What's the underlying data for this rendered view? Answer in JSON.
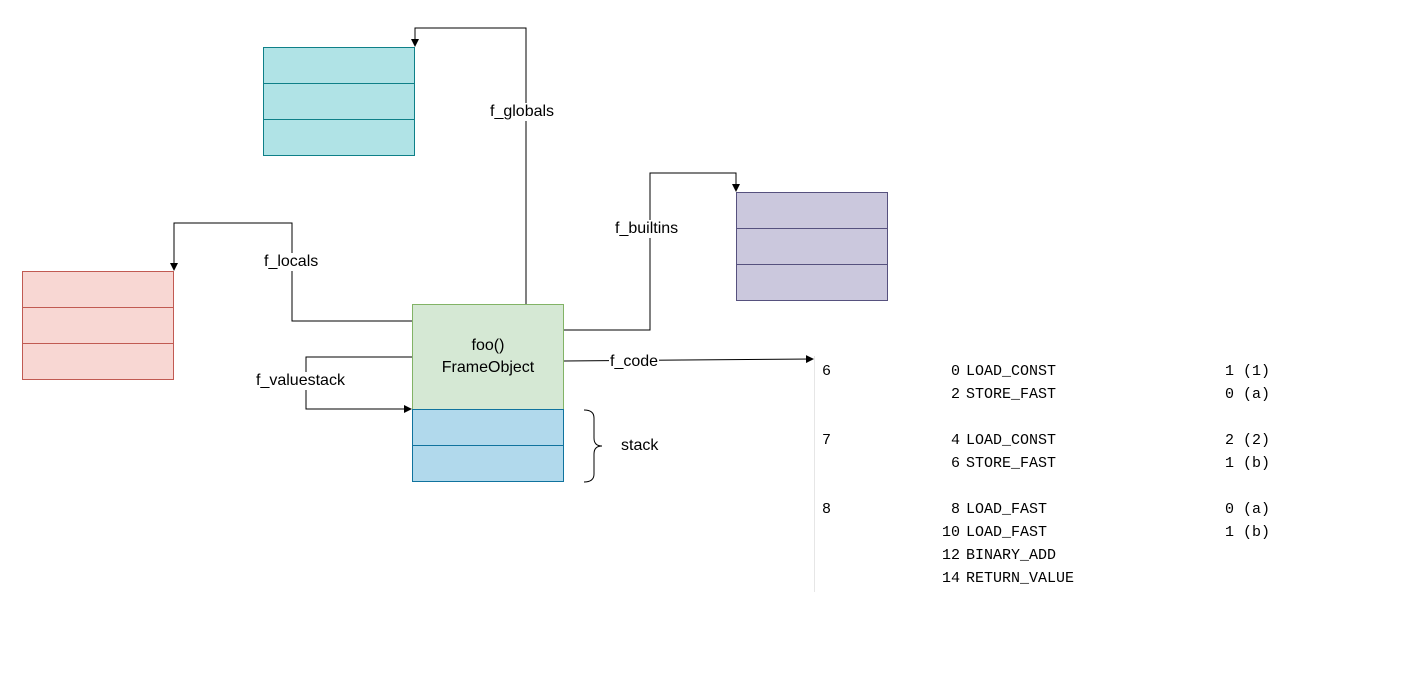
{
  "frame": {
    "line1": "foo()",
    "line2": "FrameObject"
  },
  "labels": {
    "f_globals": "f_globals",
    "f_builtins": "f_builtins",
    "f_locals": "f_locals",
    "f_valuestack": "f_valuestack",
    "f_code": "f_code",
    "stack": "stack"
  },
  "bytecode": [
    {
      "line": "6",
      "offset": "0",
      "op": "LOAD_CONST",
      "arg": "1 (1)"
    },
    {
      "line": "",
      "offset": "2",
      "op": "STORE_FAST",
      "arg": "0 (a)"
    },
    {
      "line": "7",
      "offset": "4",
      "op": "LOAD_CONST",
      "arg": "2 (2)"
    },
    {
      "line": "",
      "offset": "6",
      "op": "STORE_FAST",
      "arg": "1 (b)"
    },
    {
      "line": "8",
      "offset": "8",
      "op": "LOAD_FAST",
      "arg": "0 (a)"
    },
    {
      "line": "",
      "offset": "10",
      "op": "LOAD_FAST",
      "arg": "1 (b)"
    },
    {
      "line": "",
      "offset": "12",
      "op": "BINARY_ADD",
      "arg": ""
    },
    {
      "line": "",
      "offset": "14",
      "op": "RETURN_VALUE",
      "arg": ""
    }
  ],
  "colors": {
    "globals_fill": "#b0e3e6",
    "locals_fill": "#f8d7d3",
    "builtins_fill": "#cbc8dd",
    "frame_fill": "#d5e8d4",
    "stack_fill": "#b1d9ec"
  }
}
